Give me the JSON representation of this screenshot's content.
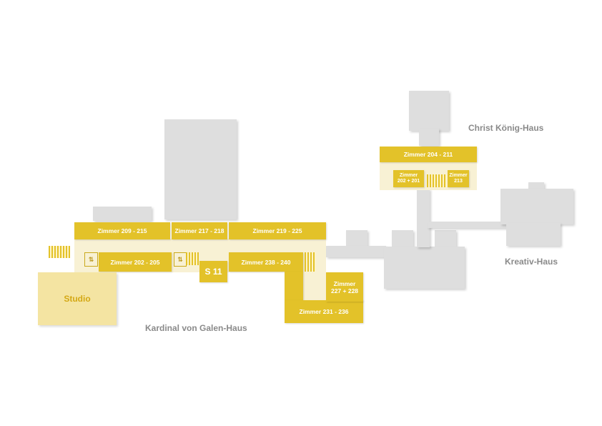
{
  "buildings": {
    "christ_koenig": "Christ König-Haus",
    "kreativ": "Kreativ-Haus",
    "kardinal": "Kardinal von Galen-Haus"
  },
  "rooms": {
    "r209_215": "Zimmer 209 - 215",
    "r217_218": "Zimmer 217 - 218",
    "r219_225": "Zimmer 219 - 225",
    "r202_205": "Zimmer 202 - 205",
    "s11": "S 11",
    "r238_240": "Zimmer 238 - 240",
    "r227_228_a": "Zimmer",
    "r227_228_b": "227 + 228",
    "r231_236": "Zimmer 231 - 236",
    "studio": "Studio",
    "r204_211": "Zimmer 204 - 211",
    "r202_201_a": "Zimmer",
    "r202_201_b": "202 + 201",
    "r213_a": "Zimmer",
    "r213_b": "213"
  },
  "icons": [
    "elevator-icon",
    "stairs-icon"
  ],
  "colors": {
    "room": "#e3c229",
    "corridor": "#f8f1d4",
    "studio": "#f4e4a2",
    "building": "#dedede",
    "label": "#8a8a8a"
  }
}
